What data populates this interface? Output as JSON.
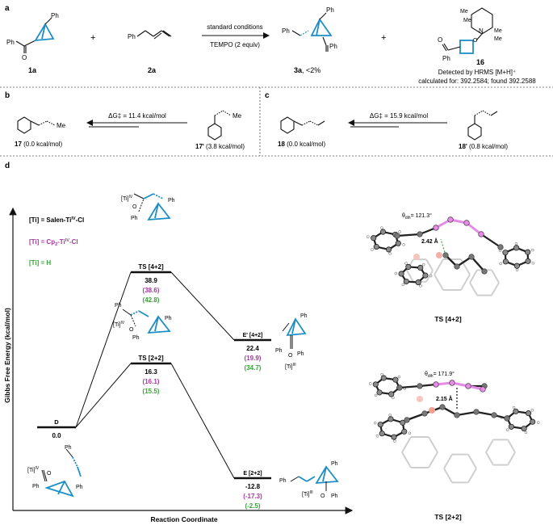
{
  "panel_a": {
    "label": "a",
    "compound_1a": "1a",
    "compound_2a": "2a",
    "plus1": "+",
    "plus2": "+",
    "arrow_top": "standard conditions",
    "arrow_bottom": "TEMPO (2 equiv)",
    "product_label": "3a",
    "product_yield": ", <2%",
    "compound_16": "16",
    "hrms_line1": "Detected by HRMS [M+H]⁺",
    "hrms_line2": "calculated for:  392.2584; found 392.2588",
    "ph": "Ph",
    "me": "Me",
    "n": "N",
    "o": "O"
  },
  "panel_b": {
    "label": "b",
    "dg": "ΔG‡ = 11.4 kcal/mol",
    "left_num": "17",
    "left_energy": " (0.0 kcal/mol)",
    "right_num": "17'",
    "right_energy": " (3.8 kcal/mol)",
    "me": "Me"
  },
  "panel_c": {
    "label": "c",
    "dg": "ΔG‡ = 15.9 kcal/mol",
    "left_num": "18",
    "left_energy": " (0.0 kcal/mol)",
    "right_num": "18'",
    "right_energy": " (0.8 kcal/mol)"
  },
  "panel_d": {
    "label": "d",
    "legend_salen": "[Ti] = Salen-Ti",
    "legend_salen_sup": "IV",
    "legend_salen_end": "-Cl",
    "legend_cp": "[Ti] = Cp",
    "legend_cp_sub": "2",
    "legend_cp_mid": "-Ti",
    "legend_cp_sup": "IV",
    "legend_cp_end": "-Cl",
    "legend_h": "[Ti] = H",
    "colors": {
      "salen": "#111111",
      "cp2": "#a33a9c",
      "h": "#3aa23a",
      "bicyclo": "#1e8fc4",
      "highlight": "#e58ae6"
    },
    "ylabel": "Gibbs Free Energy (kcal/mol)",
    "xlabel": "Reaction Coordinate",
    "states": {
      "D": {
        "name": "D",
        "salen": "0.0"
      },
      "TS42": {
        "name": "TS [4+2]",
        "salen": "38.9",
        "cp2": "(38.6)",
        "h": "(42.8)"
      },
      "TS22": {
        "name": "TS [2+2]",
        "salen": "16.3",
        "cp2": "(16.1)",
        "h": "(15.5)"
      },
      "E42": {
        "name": "E' [4+2]",
        "salen": "22.4",
        "cp2": "(19.9)",
        "h": "(34.7)"
      },
      "E22": {
        "name": "E [2+2]",
        "salen": "-12.8",
        "cp2": "(-17.3)",
        "h": "(-2.5)"
      }
    },
    "ti_iv": "[Ti]",
    "ti_iv_sup": "IV",
    "ti_iii": "[Ti]",
    "ti_iii_sup": "III",
    "ts42_title": "TS [4+2]",
    "ts22_title": "TS [2+2]",
    "theta42": "θ",
    "theta42_sub": "dih",
    "theta42_val": "= 121.3°",
    "dist42": "2.42 Å",
    "theta22": "θ",
    "theta22_sub": "dih",
    "theta22_val": "= 171.9°",
    "dist22": "2.15 Å"
  }
}
